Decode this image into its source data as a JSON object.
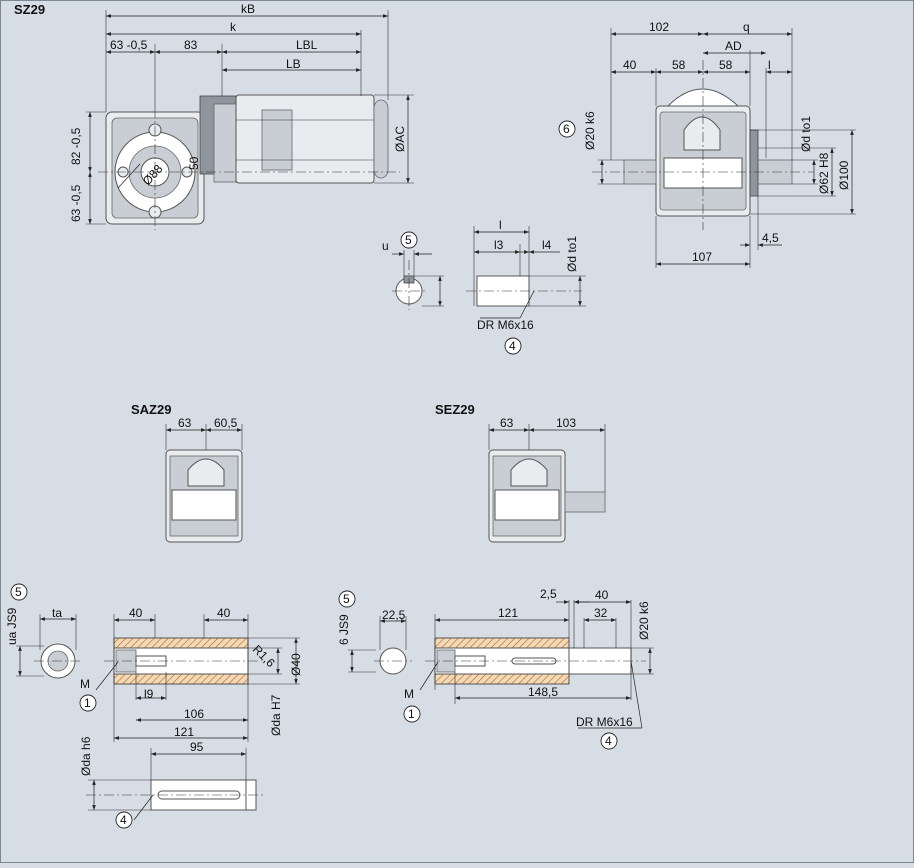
{
  "views": {
    "main": {
      "title": "SZ29",
      "dims": {
        "kB": "kB",
        "k": "k",
        "d63": "63 -0,5",
        "d83": "83",
        "LBL": "LBL",
        "LB": "LB",
        "AC": "ØAC",
        "h82": "82 -0,5",
        "h63": "63 -0,5",
        "d50": "50",
        "d88": "Ø88"
      }
    },
    "side": {
      "dims": {
        "d102": "102",
        "q": "q",
        "d40": "40",
        "d58a": "58",
        "AD": "AD",
        "d58b": "58",
        "l": "l",
        "d20": "Ø20 k6",
        "dto1": "Ød to1",
        "d62": "Ø62 H8",
        "d100": "Ø100",
        "d107": "107",
        "d45": "4,5"
      },
      "callout": "6"
    },
    "shaft_detail": {
      "u": "u",
      "l": "l",
      "l3": "l3",
      "l4": "l4",
      "dto1": "Ød to1",
      "dr": "DR M6x16",
      "callout_key": "5",
      "callout_dr": "4"
    },
    "saz": {
      "title": "SAZ29",
      "dims": {
        "d63": "63",
        "d605": "60,5"
      }
    },
    "sez": {
      "title": "SEZ29",
      "dims": {
        "d63": "63",
        "d103": "103"
      }
    },
    "hollow_section": {
      "ua": "ua JS9",
      "ta": "ta",
      "d40a": "40",
      "d40b": "40",
      "R": "R1,6",
      "d40c": "Ø40",
      "daH7": "Øda H7",
      "l9": "l9",
      "d106": "106",
      "d121": "121",
      "M": "M",
      "callout_key": "5",
      "callout_m": "1"
    },
    "plug_shaft": {
      "dah6": "Øda h6",
      "d95": "95",
      "callout": "4"
    },
    "solid_section": {
      "js9": "6 JS9",
      "d225": "22,5",
      "d121": "121",
      "d25": "2,5",
      "d40": "40",
      "d32": "32",
      "d20": "Ø20 k6",
      "d1485": "148,5",
      "M": "M",
      "dr": "DR M6x16",
      "callout_key": "5",
      "callout_m": "1",
      "callout_dr": "4"
    }
  }
}
